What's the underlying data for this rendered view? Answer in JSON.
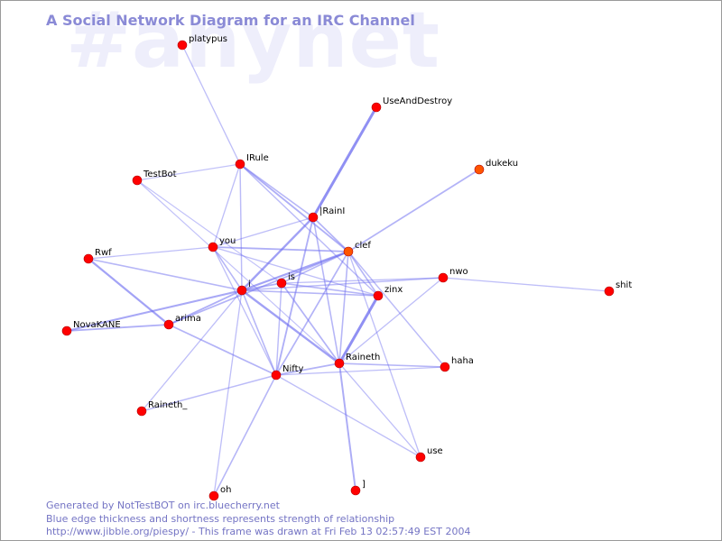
{
  "header": {
    "watermark": "#anynet",
    "title": "A Social Network Diagram for an IRC Channel"
  },
  "colors": {
    "node": "#ff0000",
    "node_highlight": "#ff5500",
    "edge": "#6e6ef0",
    "title": "#8a8ad6",
    "footer": "#7474c4",
    "watermark": "#eeeefb"
  },
  "graph": {
    "nodes": [
      {
        "id": "platypus",
        "label": "platypus"
      },
      {
        "id": "UseAndDestroy",
        "label": "UseAndDestroy"
      },
      {
        "id": "dukeku",
        "label": "dukeku",
        "highlight": true
      },
      {
        "id": "IRule",
        "label": "IRule"
      },
      {
        "id": "TestBot",
        "label": "TestBot"
      },
      {
        "id": "IRainI",
        "label": "|RainI"
      },
      {
        "id": "you",
        "label": "you"
      },
      {
        "id": "clef",
        "label": "clef",
        "highlight": true
      },
      {
        "id": "Rwf",
        "label": "Rwf"
      },
      {
        "id": "nwo",
        "label": "nwo"
      },
      {
        "id": "shit",
        "label": "shit"
      },
      {
        "id": "is",
        "label": "is"
      },
      {
        "id": "i",
        "label": "i"
      },
      {
        "id": "zinx",
        "label": "zinx"
      },
      {
        "id": "arima",
        "label": "arima"
      },
      {
        "id": "NovaKANE",
        "label": "NovaKANE"
      },
      {
        "id": "Raineth",
        "label": "Raineth"
      },
      {
        "id": "haha",
        "label": "haha"
      },
      {
        "id": "Nifty",
        "label": "Nifty"
      },
      {
        "id": "Raineth_",
        "label": "Raineth_"
      },
      {
        "id": "use",
        "label": "use"
      },
      {
        "id": "J",
        "label": "]"
      },
      {
        "id": "oh",
        "label": "oh"
      }
    ],
    "edges": [
      {
        "source": "platypus",
        "target": "IRule",
        "strength": 0.2
      },
      {
        "source": "UseAndDestroy",
        "target": "IRainI",
        "strength": 0.85
      },
      {
        "source": "dukeku",
        "target": "clef",
        "strength": 0.35
      },
      {
        "source": "IRule",
        "target": "TestBot",
        "strength": 0.15
      },
      {
        "source": "IRule",
        "target": "you",
        "strength": 0.2
      },
      {
        "source": "IRule",
        "target": "i",
        "strength": 0.25
      },
      {
        "source": "IRule",
        "target": "IRainI",
        "strength": 0.3
      },
      {
        "source": "IRule",
        "target": "clef",
        "strength": 0.4
      },
      {
        "source": "IRule",
        "target": "zinx",
        "strength": 0.25
      },
      {
        "source": "TestBot",
        "target": "is",
        "strength": 0.15
      },
      {
        "source": "TestBot",
        "target": "Raineth",
        "strength": 0.15
      },
      {
        "source": "IRainI",
        "target": "you",
        "strength": 0.2
      },
      {
        "source": "IRainI",
        "target": "i",
        "strength": 0.6
      },
      {
        "source": "IRainI",
        "target": "clef",
        "strength": 0.35
      },
      {
        "source": "IRainI",
        "target": "Raineth",
        "strength": 0.3
      },
      {
        "source": "IRainI",
        "target": "Nifty",
        "strength": 0.4
      },
      {
        "source": "you",
        "target": "Rwf",
        "strength": 0.2
      },
      {
        "source": "you",
        "target": "clef",
        "strength": 0.4
      },
      {
        "source": "you",
        "target": "i",
        "strength": 0.3
      },
      {
        "source": "you",
        "target": "zinx",
        "strength": 0.2
      },
      {
        "source": "you",
        "target": "Nifty",
        "strength": 0.2
      },
      {
        "source": "clef",
        "target": "i",
        "strength": 0.55
      },
      {
        "source": "clef",
        "target": "is",
        "strength": 0.3
      },
      {
        "source": "clef",
        "target": "arima",
        "strength": 0.35
      },
      {
        "source": "clef",
        "target": "zinx",
        "strength": 0.3
      },
      {
        "source": "clef",
        "target": "Raineth",
        "strength": 0.3
      },
      {
        "source": "clef",
        "target": "Nifty",
        "strength": 0.35
      },
      {
        "source": "clef",
        "target": "haha",
        "strength": 0.25
      },
      {
        "source": "clef",
        "target": "use",
        "strength": 0.2
      },
      {
        "source": "Rwf",
        "target": "i",
        "strength": 0.3
      },
      {
        "source": "Rwf",
        "target": "arima",
        "strength": 0.55
      },
      {
        "source": "nwo",
        "target": "shit",
        "strength": 0.2
      },
      {
        "source": "nwo",
        "target": "i",
        "strength": 0.25
      },
      {
        "source": "nwo",
        "target": "is",
        "strength": 0.2
      },
      {
        "source": "nwo",
        "target": "Raineth",
        "strength": 0.2
      },
      {
        "source": "is",
        "target": "i",
        "strength": 0.35
      },
      {
        "source": "is",
        "target": "zinx",
        "strength": 0.3
      },
      {
        "source": "is",
        "target": "Raineth",
        "strength": 0.35
      },
      {
        "source": "is",
        "target": "Nifty",
        "strength": 0.25
      },
      {
        "source": "i",
        "target": "NovaKANE",
        "strength": 0.5
      },
      {
        "source": "i",
        "target": "arima",
        "strength": 0.4
      },
      {
        "source": "i",
        "target": "zinx",
        "strength": 0.3
      },
      {
        "source": "i",
        "target": "Raineth",
        "strength": 0.6
      },
      {
        "source": "i",
        "target": "Nifty",
        "strength": 0.3
      },
      {
        "source": "i",
        "target": "Raineth_",
        "strength": 0.2
      },
      {
        "source": "i",
        "target": "oh",
        "strength": 0.2
      },
      {
        "source": "zinx",
        "target": "Raineth",
        "strength": 0.85
      },
      {
        "source": "arima",
        "target": "NovaKANE",
        "strength": 0.4
      },
      {
        "source": "arima",
        "target": "Nifty",
        "strength": 0.35
      },
      {
        "source": "Raineth",
        "target": "Nifty",
        "strength": 0.35
      },
      {
        "source": "Raineth",
        "target": "haha",
        "strength": 0.3
      },
      {
        "source": "Raineth",
        "target": "J",
        "strength": 0.45
      },
      {
        "source": "Raineth",
        "target": "use",
        "strength": 0.2
      },
      {
        "source": "Nifty",
        "target": "haha",
        "strength": 0.2
      },
      {
        "source": "Nifty",
        "target": "Raineth_",
        "strength": 0.25
      },
      {
        "source": "Nifty",
        "target": "use",
        "strength": 0.2
      },
      {
        "source": "Nifty",
        "target": "oh",
        "strength": 0.3
      }
    ]
  },
  "footer": {
    "line1": "Generated by NotTestBOT on irc.bluecherry.net",
    "line2": "Blue edge thickness and shortness represents strength of relationship",
    "line3": "http://www.jibble.org/piespy/ - This frame was drawn at Fri Feb 13 02:57:49 EST 2004"
  }
}
